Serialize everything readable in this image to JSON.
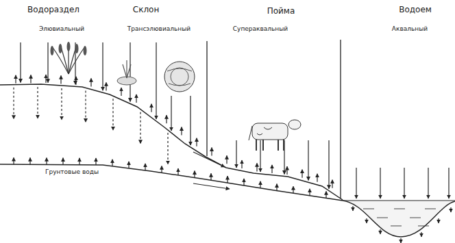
{
  "diagram": {
    "labels": [
      "Водораздел",
      "Элювиальный",
      "Склон",
      "Трансэлювиальный",
      "Пойма",
      "Супераквальный",
      "Водоем",
      "Аквальный",
      "Грунтовые воды"
    ]
  }
}
